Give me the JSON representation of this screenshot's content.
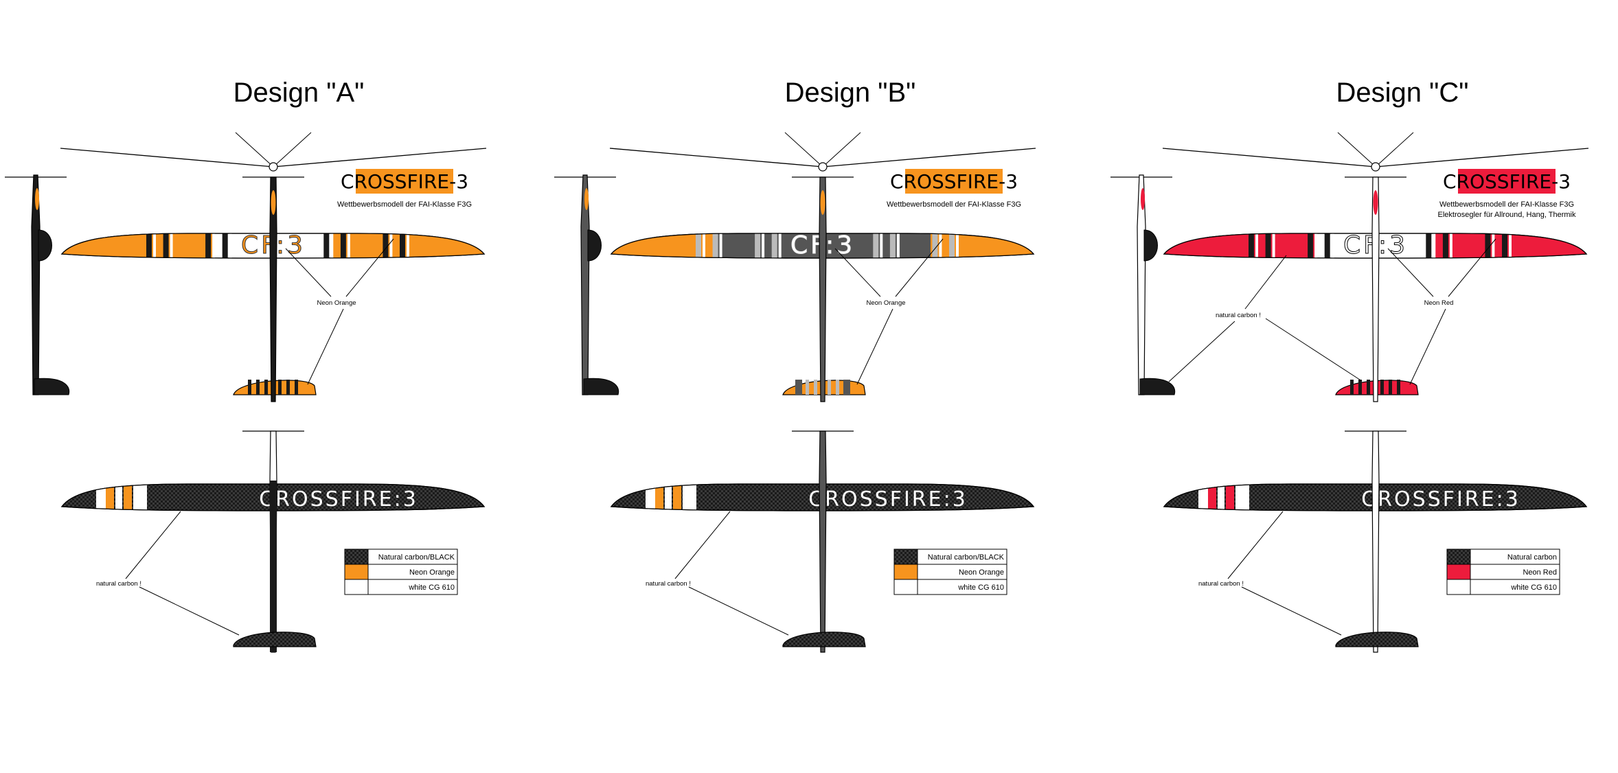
{
  "colors": {
    "neon_orange": "#F7941E",
    "neon_red": "#ED1C3C",
    "carbon": "#1a1a1a",
    "grey": "#555555",
    "white": "#FFFFFF"
  },
  "designs": [
    {
      "title": "Design \"A\"",
      "brand": "CROSSFIRE-3",
      "subtitle_1": "Wettbewerbsmodell der FAI-Klasse F3G",
      "subtitle_2": "",
      "center_text": "CF:3",
      "wordmark": "CROSSFIRE:3",
      "accent_callout": "Neon Orange",
      "carbon_callout_top": "",
      "carbon_callout_bottom": "natural carbon !",
      "legend": [
        {
          "label": "Natural carbon/BLACK"
        },
        {
          "label": "Neon Orange"
        },
        {
          "label": "white CG 610"
        }
      ]
    },
    {
      "title": "Design \"B\"",
      "brand": "CROSSFIRE-3",
      "subtitle_1": "Wettbewerbsmodell der FAI-Klasse F3G",
      "subtitle_2": "",
      "center_text": "CF:3",
      "wordmark": "CROSSFIRE:3",
      "accent_callout": "Neon Orange",
      "carbon_callout_top": "",
      "carbon_callout_bottom": "natural carbon !",
      "legend": [
        {
          "label": "Natural carbon/BLACK"
        },
        {
          "label": "Neon Orange"
        },
        {
          "label": "white CG 610"
        }
      ]
    },
    {
      "title": "Design \"C\"",
      "brand": "CROSSFIRE-3",
      "subtitle_1": "Wettbewerbsmodell der FAI-Klasse F3G",
      "subtitle_2": "Elektrosegler für Allround, Hang, Thermik",
      "center_text": "CF:3",
      "wordmark": "CROSSFIRE:3",
      "accent_callout": "Neon Red",
      "carbon_callout_top": "natural carbon !",
      "carbon_callout_bottom": "natural carbon !",
      "legend": [
        {
          "label": "Natural carbon"
        },
        {
          "label": "Neon Red"
        },
        {
          "label": "white CG 610"
        }
      ]
    }
  ]
}
